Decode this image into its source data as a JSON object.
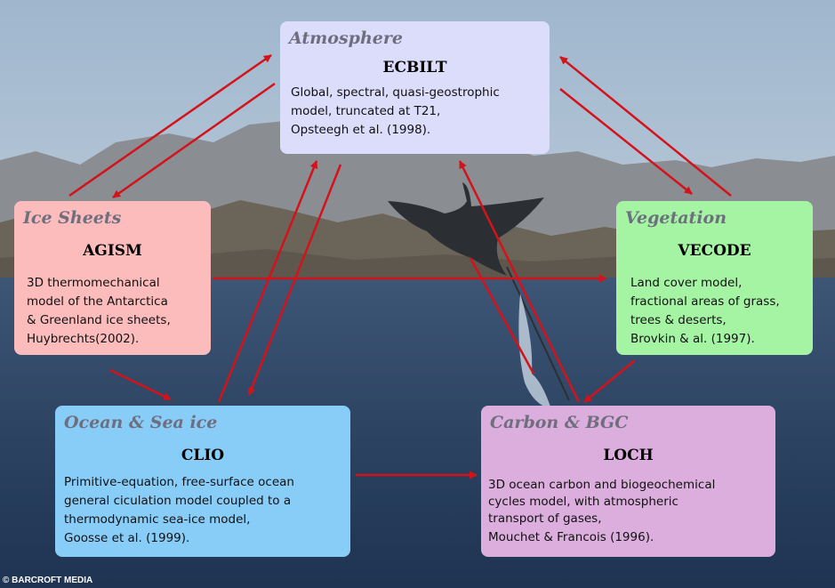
{
  "colors": {
    "arrow": "#d4121a",
    "atmosphere_bg": "#dcdcfb",
    "ice_bg": "#fcbcbc",
    "vegetation_bg": "#a4f4a4",
    "ocean_bg": "#88cdf8",
    "carbon_bg": "#dcaedd"
  },
  "boxes": {
    "atmosphere": {
      "title": "Atmosphere",
      "model": "ECBILT",
      "desc": [
        "Global, spectral, quasi-geostrophic",
        "model, truncated at T21,",
        "Opsteegh et al. (1998)."
      ]
    },
    "ice": {
      "title": "Ice Sheets",
      "model": "AGISM",
      "desc": [
        "3D thermomechanical",
        "model of the Antarctica",
        "& Greenland ice sheets,",
        "Huybrechts(2002)."
      ]
    },
    "vegetation": {
      "title": "Vegetation",
      "model": "VECODE",
      "desc": [
        "Land cover model,",
        "fractional areas of grass,",
        "trees & deserts,",
        "Brovkin & al. (1997)."
      ]
    },
    "ocean": {
      "title": "Ocean & Sea ice",
      "model": "CLIO",
      "desc": [
        "Primitive-equation, free-surface ocean",
        "general ciculation model coupled to a",
        "thermodynamic sea-ice model,",
        "Goosse et al. (1999)."
      ]
    },
    "carbon": {
      "title": "Carbon & BGC",
      "model": "LOCH",
      "desc": [
        "3D ocean carbon and biogeochemical",
        "cycles model, with atmospheric",
        "transport of gases,",
        "Mouchet & Francois (1996)."
      ]
    }
  },
  "credit": "© BARCROFT MEDIA"
}
